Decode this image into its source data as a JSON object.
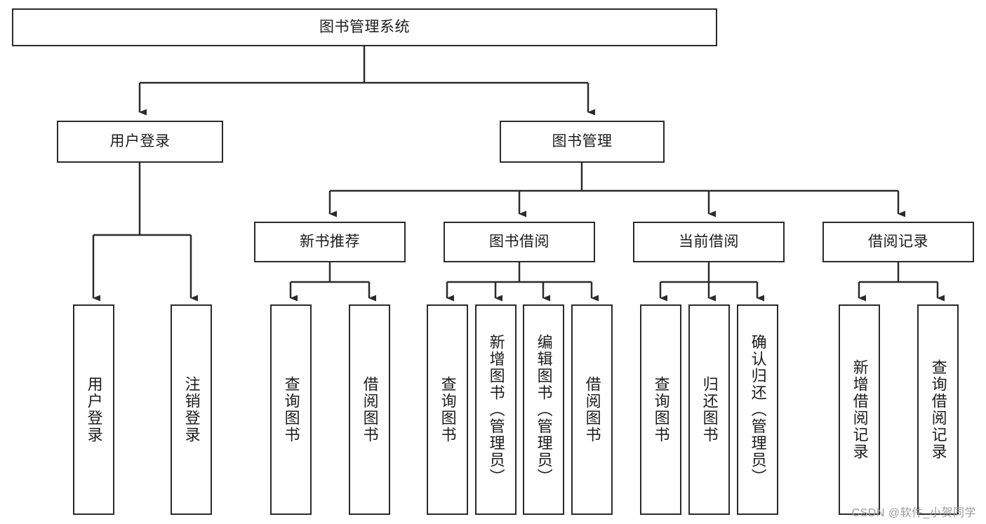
{
  "diagram": {
    "title": "图书管理系统",
    "watermark": "CSDN @软件_小贺同学",
    "line_color": "#2b2b2b",
    "box_fill": "#ffffff",
    "text_color": "#1c1c1c",
    "root": {
      "label": "图书管理系统"
    },
    "level2": [
      {
        "label": "用户登录"
      },
      {
        "label": "图书管理"
      }
    ],
    "level3": [
      {
        "label": "新书推荐"
      },
      {
        "label": "图书借阅"
      },
      {
        "label": "当前借阅"
      },
      {
        "label": "借阅记录"
      }
    ],
    "leaves": {
      "user_login": [
        {
          "label": "用户登录"
        },
        {
          "label": "注销登录"
        }
      ],
      "new_book": [
        {
          "label": "查询图书"
        },
        {
          "label": "借阅图书"
        }
      ],
      "book_borrow": [
        {
          "label": "查询图书"
        },
        {
          "label": "新增图书（管理员）"
        },
        {
          "label": "编辑图书（管理员）"
        },
        {
          "label": "借阅图书"
        }
      ],
      "current_borrow": [
        {
          "label": "查询图书"
        },
        {
          "label": "归还图书"
        },
        {
          "label": "确认归还（管理员）"
        }
      ],
      "borrow_record": [
        {
          "label": "新增借阅记录"
        },
        {
          "label": "查询借阅记录"
        }
      ]
    }
  }
}
